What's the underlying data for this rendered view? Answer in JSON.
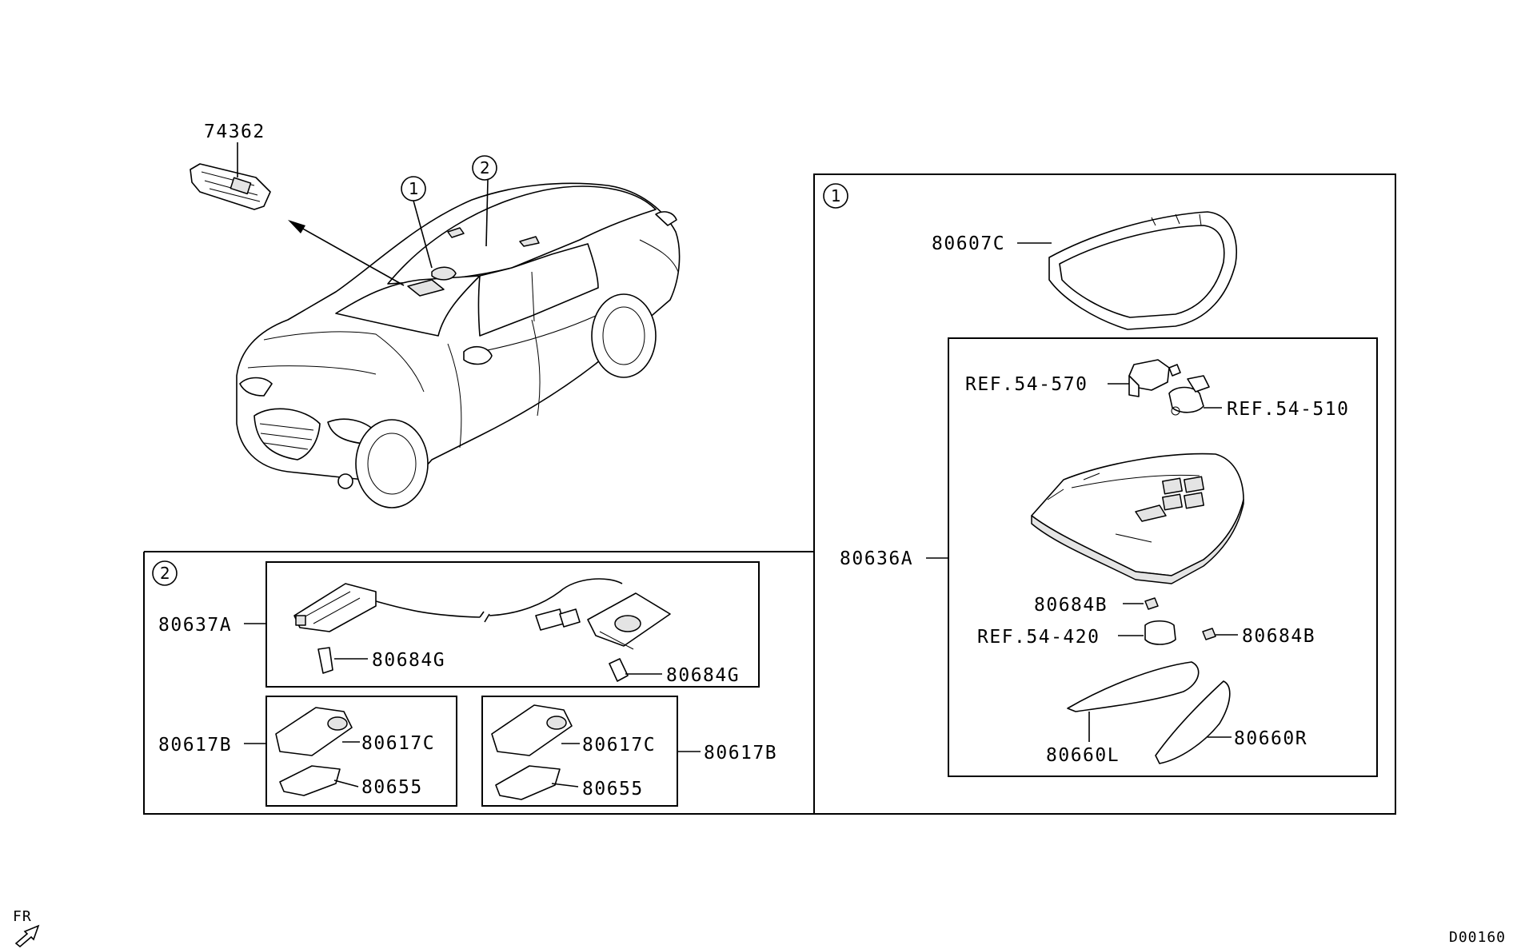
{
  "callouts": {
    "one": "1",
    "two": "2"
  },
  "parts": {
    "p74362": "74362",
    "p80607C": "80607C",
    "ref54570": "REF.54-570",
    "ref54510": "REF.54-510",
    "p80636A": "80636A",
    "p80684B_a": "80684B",
    "ref54420": "REF.54-420",
    "p80684B_b": "80684B",
    "p80660L": "80660L",
    "p80660R": "80660R",
    "p80637A": "80637A",
    "p80684G_a": "80684G",
    "p80684G_b": "80684G",
    "p80617B_a": "80617B",
    "p80617C_a": "80617C",
    "p80655_a": "80655",
    "p80617C_b": "80617C",
    "p80655_b": "80655",
    "p80617B_b": "80617B"
  },
  "direction_label": "FR",
  "drawing_code": "D00160"
}
